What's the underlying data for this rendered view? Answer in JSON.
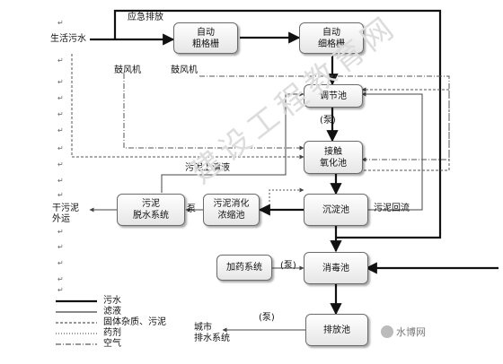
{
  "nodes": {
    "coarse_screen": "自动\n粗格栅",
    "fine_screen": "自动\n细格栅",
    "equalization_tank": "调节池",
    "contact_oxidation": "接触\n氧化池",
    "sedimentation_tank": "沉淀池",
    "sludge_thickening": "污泥消化\n浓缩池",
    "sludge_dewatering": "污泥\n脱水系统",
    "dosing_system": "加药系统",
    "disinfection_tank": "消毒池",
    "discharge_tank": "排放池"
  },
  "labels": {
    "domestic_sewage": "生活污水",
    "emergency_discharge": "应急排放",
    "blower_1": "鼓风机",
    "blower_2": "鼓风机",
    "pump_1": "(泵)",
    "pump_sludge": "泵",
    "pump_dosing": "(泵)",
    "pump_discharge": "(泵)",
    "sludge_supernatant": "污泥上清液",
    "sludge_return": "污泥回流",
    "dry_sludge": "干污泥\n外运",
    "city_drainage": "城市\n排水系统"
  },
  "legend": [
    {
      "label": "污水",
      "style": "bold"
    },
    {
      "label": "滤液",
      "style": "solid"
    },
    {
      "label": "固体杂质、污泥",
      "style": "dashed"
    },
    {
      "label": "药剂",
      "style": "dotted"
    },
    {
      "label": "空气",
      "style": "dashdot"
    }
  ],
  "watermark": "建设工程教育网",
  "brand": "水博网",
  "colors": {
    "line": "#111111",
    "thin": "#444444",
    "box_border": "#6b6b6b"
  }
}
